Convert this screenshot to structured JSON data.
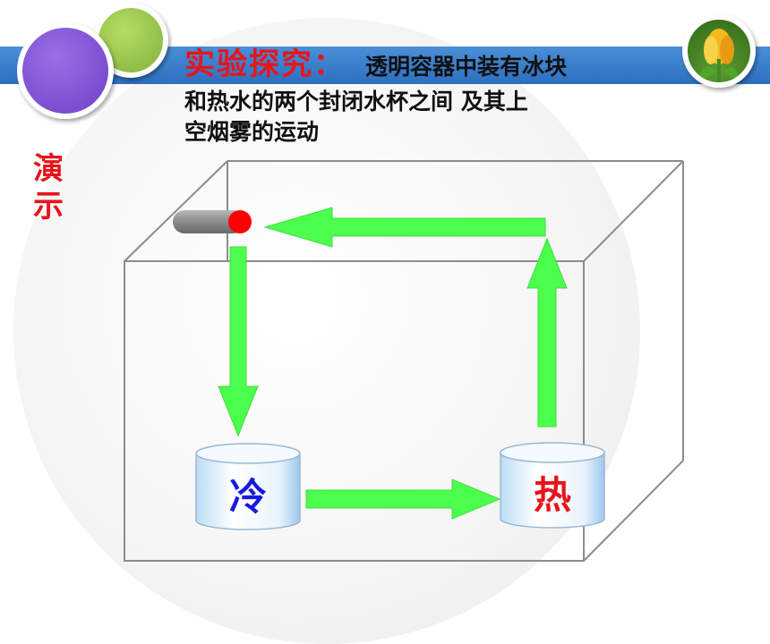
{
  "title": {
    "heading": "实验探究：",
    "text_line1": "透明容器中装有冰块",
    "text_line2": "和热水的两个封闭水杯之间 及其上",
    "text_line3": "空烟雾的运动"
  },
  "side_label": "演示",
  "cups": {
    "cold_label": "冷",
    "hot_label": "热"
  },
  "colors": {
    "accent_red": "#e8141b",
    "cold_text": "#1a1adf",
    "arrow_green": "#4dff4d",
    "banner_blue": "#3a7fcf"
  }
}
